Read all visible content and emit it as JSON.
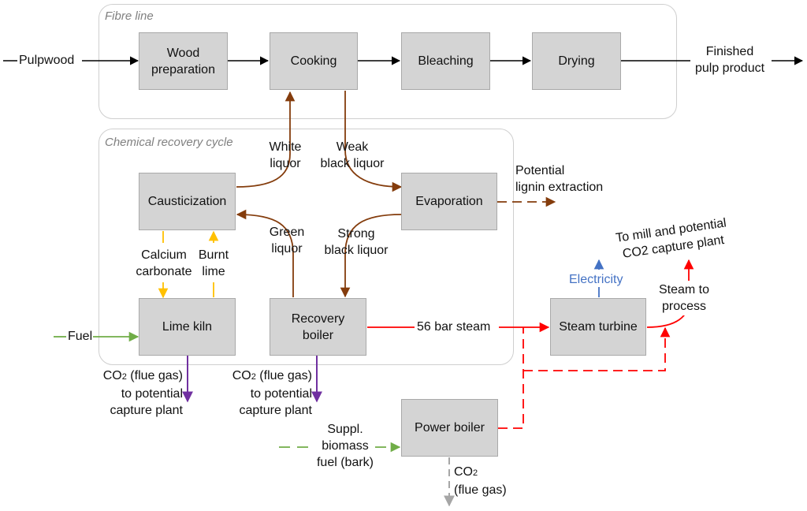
{
  "groups": {
    "fibre_line": "Fibre line",
    "chemical_recovery": "Chemical recovery cycle"
  },
  "boxes": {
    "wood_preparation": "Wood preparation",
    "cooking": "Cooking",
    "bleaching": "Bleaching",
    "drying": "Drying",
    "causticization": "Causticization",
    "evaporation": "Evaporation",
    "lime_kiln": "Lime kiln",
    "recovery_boiler": "Recovery boiler",
    "steam_turbine": "Steam turbine",
    "power_boiler": "Power boiler"
  },
  "labels": {
    "pulpwood": "Pulpwood",
    "finished_pulp_1": "Finished",
    "finished_pulp_2": "pulp product",
    "white_liquor_1": "White",
    "white_liquor_2": "liquor",
    "weak_black_1": "Weak",
    "weak_black_2": "black liquor",
    "lignin_1": "Potential",
    "lignin_2": "lignin extraction",
    "green_liquor_1": "Green",
    "green_liquor_2": "liquor",
    "strong_black_1": "Strong",
    "strong_black_2": "black liquor",
    "calcium_1": "Calcium",
    "calcium_2": "carbonate",
    "burnt_lime_1": "Burnt",
    "burnt_lime_2": "lime",
    "fuel": "Fuel",
    "steam_56": "56 bar steam",
    "electricity": "Electricity",
    "mill_capture_1": "To mill and potential",
    "mill_capture_2": "CO2 capture plant",
    "steam_process_1": "Steam to",
    "steam_process_2": "process",
    "co2_lime_base": "CO",
    "co2_lime_sub": "2",
    "co2_lime_1": " (flue gas)",
    "co2_lime_2": "to potential",
    "co2_lime_3": "capture plant",
    "co2_rec_base": "CO",
    "co2_rec_sub": "2",
    "co2_rec_1": " (flue gas)",
    "co2_rec_2": "to potential",
    "co2_rec_3": "capture plant",
    "suppl_1": "Suppl.",
    "suppl_2": "biomass",
    "suppl_3": "fuel (bark)",
    "co2_power_base": "CO",
    "co2_power_sub": "2",
    "co2_power_2": "(flue gas)"
  },
  "colors": {
    "black_flow": "#000000",
    "liquor_flow": "#843c0c",
    "lime_flow": "#ffc000",
    "fuel_flow": "#70ad47",
    "steam_flow": "#ff0000",
    "co2_flow": "#7030a0",
    "co2_power_flow": "#a6a6a6",
    "electricity_flow": "#4472c4",
    "box_fill": "#d4d4d4"
  }
}
